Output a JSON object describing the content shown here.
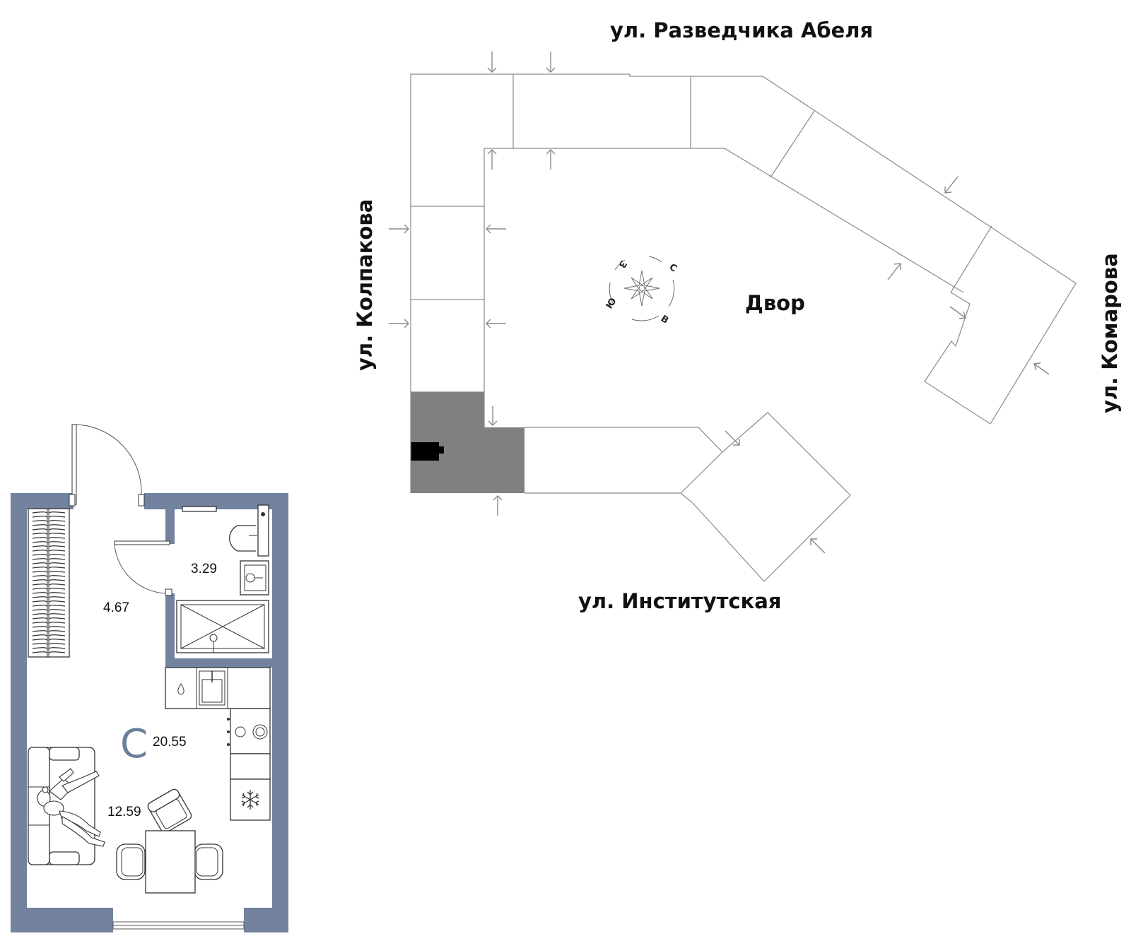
{
  "streets": {
    "top": "ул. Разведчика Абеля",
    "left": "ул. Колпакова",
    "right": "ул. Комарова",
    "bottom": "ул. Институтская"
  },
  "yard_label": "Двор",
  "compass": {
    "north": "С",
    "east": "В",
    "south": "Ю",
    "west": "З"
  },
  "apartment": {
    "type_letter": "С",
    "total_area": "20.55",
    "rooms": [
      {
        "name": "hallway",
        "area": "4.67"
      },
      {
        "name": "bathroom",
        "area": "3.29"
      },
      {
        "name": "living",
        "area": "12.59"
      }
    ]
  },
  "colors": {
    "wall": "#72829f",
    "highlight_section": "#808080",
    "apartment_marker": "#000000",
    "building_outline": "#8a8a8a"
  }
}
